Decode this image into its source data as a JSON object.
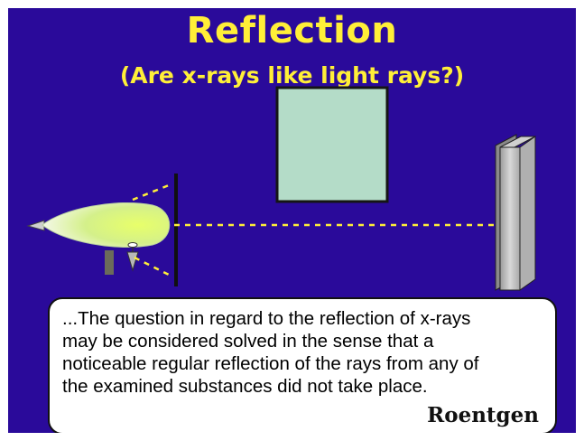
{
  "slide": {
    "title": "Reflection",
    "subtitle": "(Are x-rays like light rays?)"
  },
  "quote": {
    "text": "...The question in regard to the reflection of x-rays may be considered solved in the sense that a noticeable regular reflection of the rays from any of the examined substances did not take place.",
    "author": "Roentgen"
  },
  "colors": {
    "background": "#2a0a9a",
    "title": "#ffef38",
    "tube_glow": "#c8f060",
    "reflector_plate": "#b4dcc8",
    "screen": "#c8c8c8",
    "ray": "#ffef38"
  },
  "icons": {
    "tube": "x-ray-tube-icon",
    "screen": "detector-screen-icon",
    "plate": "reflector-plate-icon"
  }
}
